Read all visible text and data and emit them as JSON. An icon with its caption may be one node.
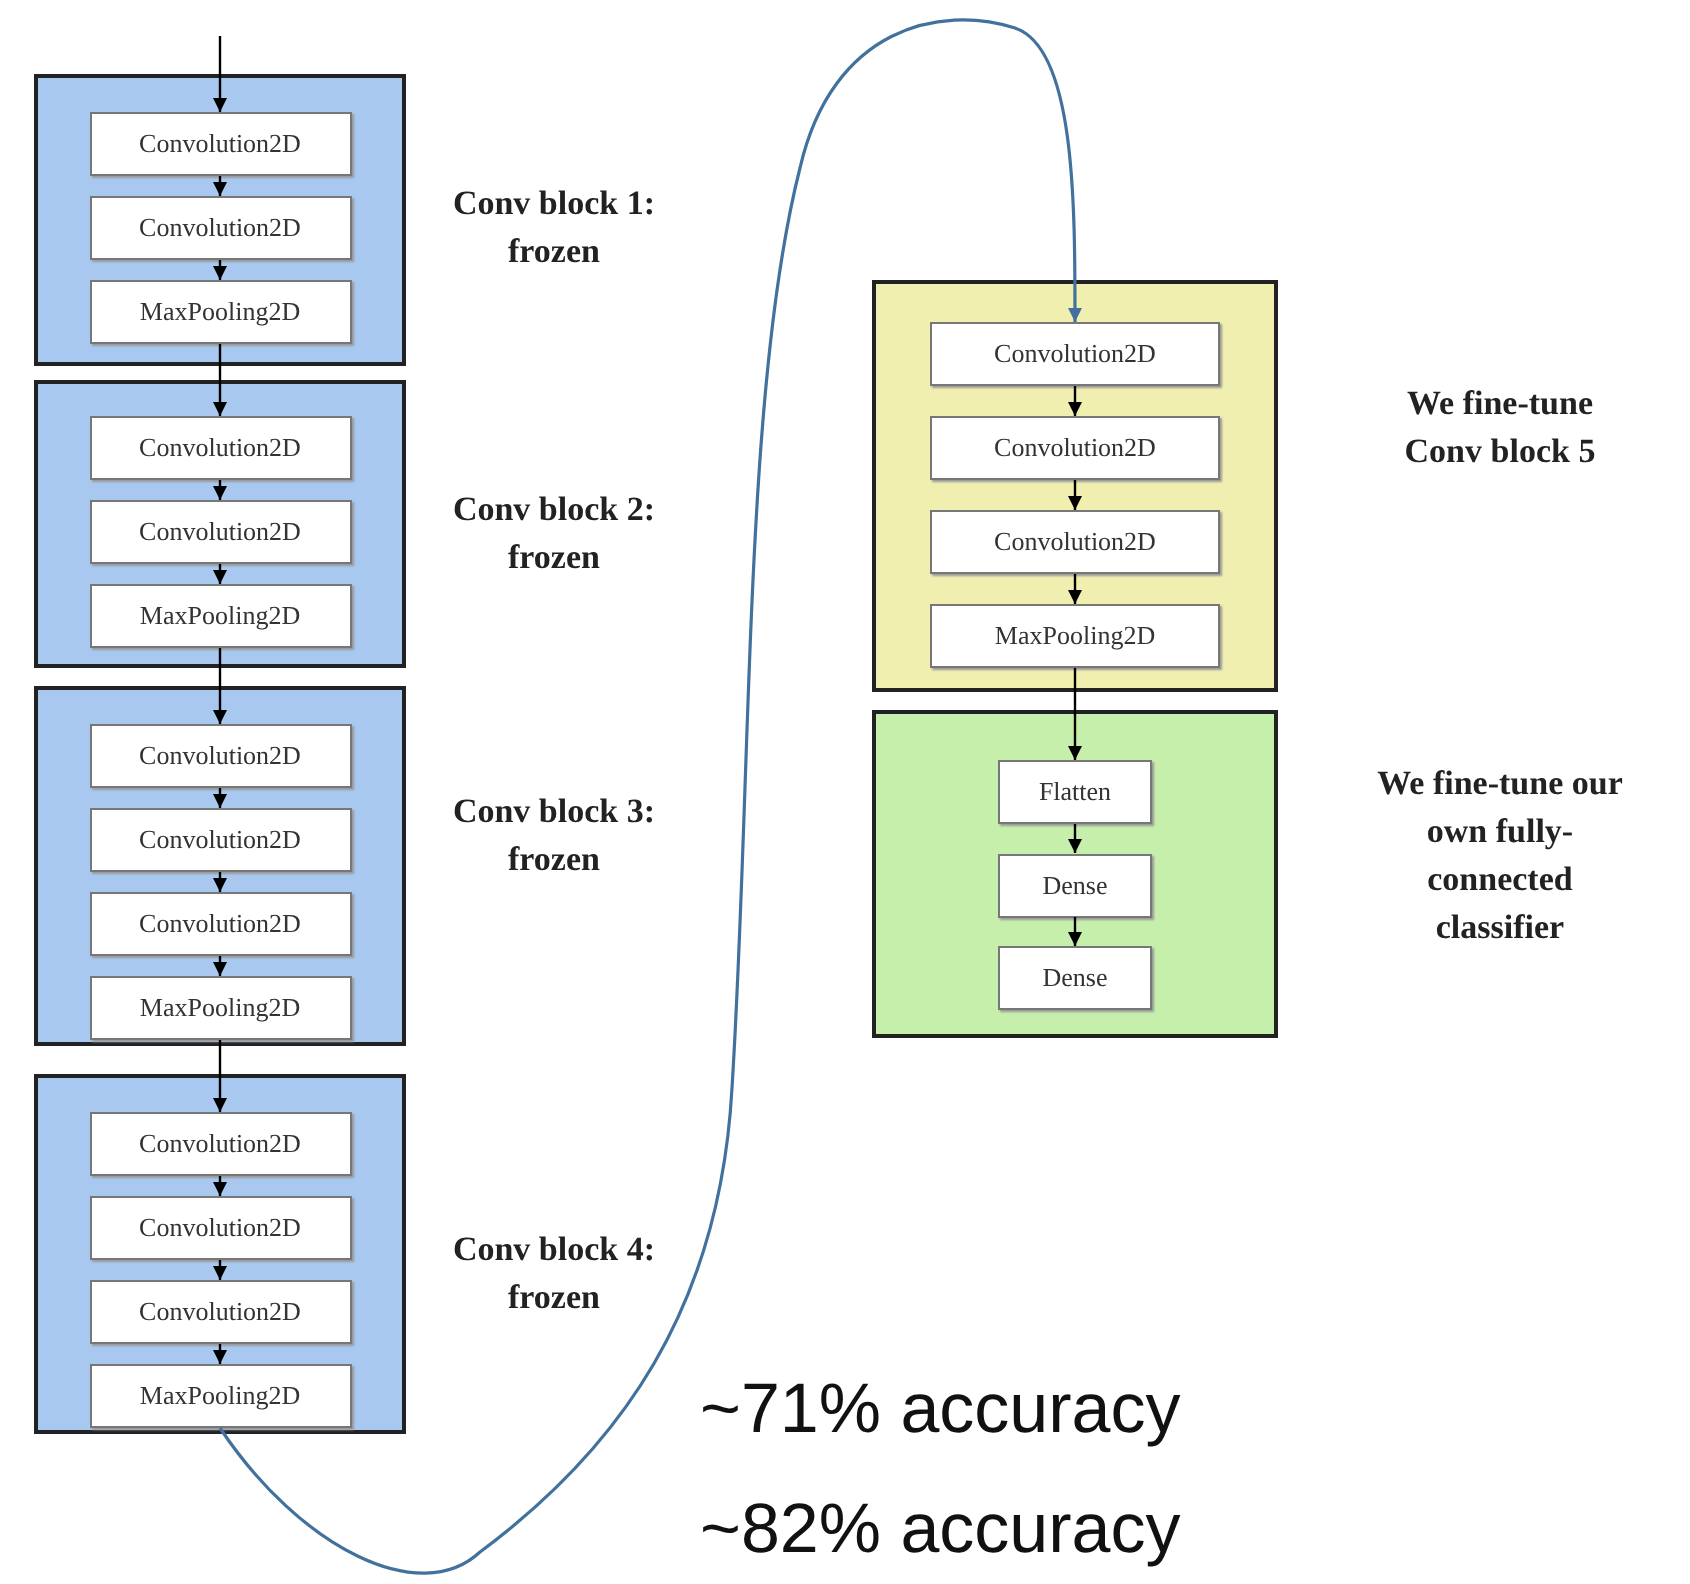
{
  "diagram": {
    "nodes": [
      {
        "text": [],
        "shape": "box",
        "beside": [
          "Conv block 1: frozen"
        ]
      },
      {
        "text": [
          "Convolution2D"
        ],
        "in": 0
      },
      {
        "text": [
          "Convolution2D"
        ],
        "in": 0
      },
      {
        "text": [
          "MaxPooling2D"
        ],
        "in": 0
      },
      {
        "text": [],
        "shape": "box",
        "beside": [
          "Conv block 2: frozen"
        ]
      },
      {
        "text": [
          "Convolution2D"
        ],
        "in": 4
      },
      {
        "text": [
          "Convolution2D"
        ],
        "in": 4
      },
      {
        "text": [
          "MaxPooling2D"
        ],
        "in": 4
      },
      {
        "text": [],
        "shape": "box",
        "beside": [
          "Conv block 3: frozen"
        ]
      },
      {
        "text": [
          "Convolution2D"
        ],
        "in": 8
      },
      {
        "text": [
          "Convolution2D"
        ],
        "in": 8
      },
      {
        "text": [
          "Convolution2D"
        ],
        "in": 8
      },
      {
        "text": [
          "MaxPooling2D"
        ],
        "in": 8
      },
      {
        "text": [],
        "shape": "box",
        "beside": [
          "Conv block 4: frozen"
        ]
      },
      {
        "text": [
          "Convolution2D"
        ],
        "in": 13
      },
      {
        "text": [
          "Convolution2D"
        ],
        "in": 13
      },
      {
        "text": [
          "Convolution2D"
        ],
        "in": 13
      },
      {
        "text": [
          "MaxPooling2D"
        ],
        "in": 13
      },
      {
        "text": [],
        "shape": "box",
        "beside": [
          "We fine-tune Conv block 5"
        ]
      },
      {
        "text": [
          "Convolution2D"
        ],
        "in": 18
      },
      {
        "text": [
          "Convolution2D"
        ],
        "in": 18
      },
      {
        "text": [
          "Convolution2D"
        ],
        "in": 18
      },
      {
        "text": [
          "MaxPooling2D"
        ],
        "in": 18
      },
      {
        "text": [],
        "shape": "box",
        "beside": [
          "We fine-tune our own fully-connected classifier"
        ]
      },
      {
        "text": [
          "Flatten"
        ],
        "in": 23
      },
      {
        "text": [
          "Dense"
        ],
        "in": 23
      },
      {
        "text": [
          "Dense"
        ],
        "in": 23
      }
    ],
    "edges": [
      {
        "from": null,
        "to": 1,
        "arrow": "to"
      },
      {
        "from": 1,
        "to": 2,
        "arrow": "to"
      },
      {
        "from": 2,
        "to": 3,
        "arrow": "to"
      },
      {
        "from": 3,
        "to": 5,
        "arrow": "to"
      },
      {
        "from": 5,
        "to": 6,
        "arrow": "to"
      },
      {
        "from": 6,
        "to": 7,
        "arrow": "to"
      },
      {
        "from": 7,
        "to": 9,
        "arrow": "to"
      },
      {
        "from": 9,
        "to": 10,
        "arrow": "to"
      },
      {
        "from": 10,
        "to": 11,
        "arrow": "to"
      },
      {
        "from": 11,
        "to": 12,
        "arrow": "to"
      },
      {
        "from": 12,
        "to": 14,
        "arrow": "to"
      },
      {
        "from": 14,
        "to": 15,
        "arrow": "to"
      },
      {
        "from": 15,
        "to": 16,
        "arrow": "to"
      },
      {
        "from": 16,
        "to": 17,
        "arrow": "to"
      },
      {
        "from": 17,
        "to": 19,
        "arrow": "to",
        "color": "#41719c"
      },
      {
        "from": 19,
        "to": 20,
        "arrow": "to"
      },
      {
        "from": 20,
        "to": 21,
        "arrow": "to"
      },
      {
        "from": 21,
        "to": 22,
        "arrow": "to"
      },
      {
        "from": 22,
        "to": 24,
        "arrow": "to"
      },
      {
        "from": 24,
        "to": 25,
        "arrow": "to"
      },
      {
        "from": 25,
        "to": 26,
        "arrow": "to"
      }
    ],
    "labels": [
      "~71% accuracy",
      "~82% accuracy"
    ]
  }
}
